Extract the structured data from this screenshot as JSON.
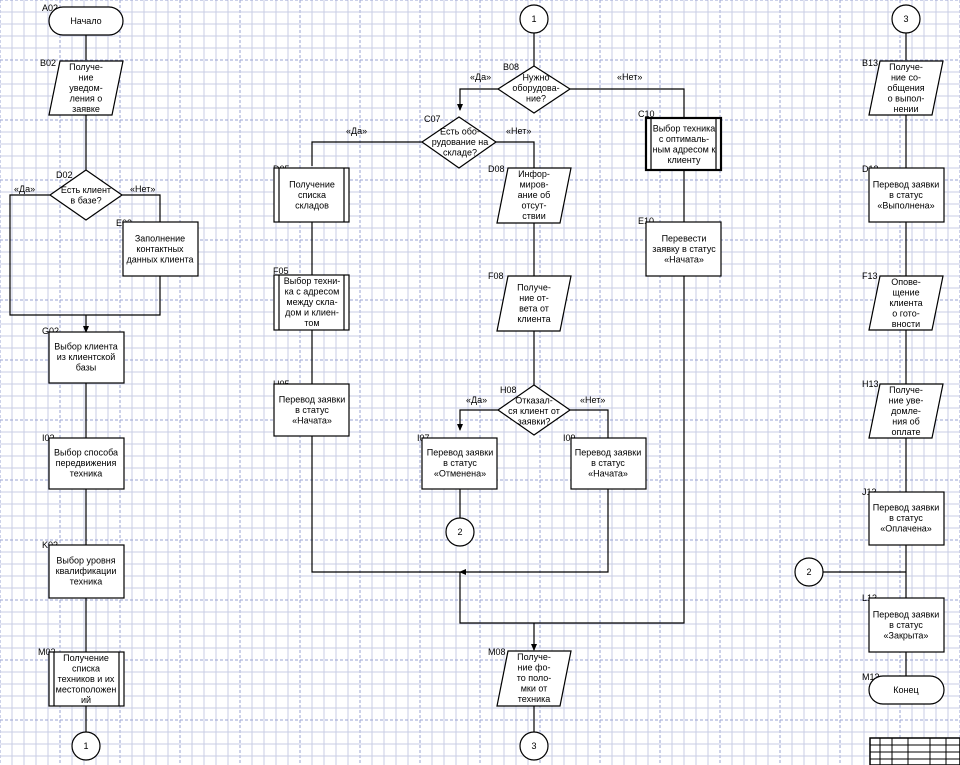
{
  "blocks": {
    "start": {
      "id": "A02",
      "text": [
        "Начало"
      ]
    },
    "b02": {
      "id": "B02",
      "text": [
        "Получе-",
        "ние",
        "уведом-",
        "ления о",
        "заявке"
      ]
    },
    "d02": {
      "id": "D02",
      "text": [
        "Есть клиент",
        "в базе?"
      ],
      "yes": "«Да»",
      "no": "«Нет»"
    },
    "e03": {
      "id": "E03",
      "text": [
        "Заполнение",
        "контактных",
        "данных клиента"
      ]
    },
    "g02": {
      "id": "G02",
      "text": [
        "Выбор клиента",
        "из клиентской",
        "базы"
      ]
    },
    "i02": {
      "id": "I02",
      "text": [
        "Выбор способа",
        "передвижения",
        "техника"
      ]
    },
    "k02": {
      "id": "K02",
      "text": [
        "Выбор уровня",
        "квалификации",
        "техника"
      ]
    },
    "m02": {
      "id": "M02",
      "text": [
        "Получение",
        "списка",
        "техников и их",
        "местоположен",
        "ий"
      ]
    },
    "c1_bottom": {
      "text": "1"
    },
    "c1_top": {
      "text": "1"
    },
    "b08": {
      "id": "B08",
      "text": [
        "Нужно",
        "оборудова-",
        "ние?"
      ],
      "yes": "«Да»",
      "no": "«Нет»"
    },
    "c07": {
      "id": "C07",
      "text": [
        "Есть обо-",
        "рудование на",
        "складе?"
      ],
      "yes": "«Да»",
      "no": "«Нет»"
    },
    "c10": {
      "id": "C10",
      "text": [
        "Выбор техника",
        "с оптималь-",
        "ным адресом к",
        "клиенту"
      ]
    },
    "d05": {
      "id": "D05",
      "text": [
        "Получение",
        "списка",
        "складов"
      ]
    },
    "d08": {
      "id": "D08",
      "text": [
        "Инфор-",
        "миров-",
        "ание об",
        "отсут-",
        "ствии"
      ]
    },
    "e10": {
      "id": "E10",
      "text": [
        "Перевести",
        "заявку в статус",
        "«Начата»"
      ]
    },
    "f05": {
      "id": "F05",
      "text": [
        "Выбор техни-",
        "ка с адресом",
        "между скла-",
        "дом и клиен-",
        "том"
      ]
    },
    "f08": {
      "id": "F08",
      "text": [
        "Получе-",
        "ние от-",
        "вета от",
        "клиента"
      ]
    },
    "h05": {
      "id": "H05",
      "text": [
        "Перевод заявки",
        "в статус",
        "«Начата»"
      ]
    },
    "h08": {
      "id": "H08",
      "text": [
        "Отказал-",
        "ся клиент от",
        "заявки?"
      ],
      "yes": "«Да»",
      "no": "«Нет»"
    },
    "i07": {
      "id": "I07",
      "text": [
        "Перевод заявки",
        "в статус",
        "«Отменена»"
      ]
    },
    "i09": {
      "id": "I09",
      "text": [
        "Перевод заявки",
        "в статус",
        "«Начата»"
      ]
    },
    "c2_mid": {
      "text": "2"
    },
    "c2_right": {
      "text": "2"
    },
    "m08": {
      "id": "M08",
      "text": [
        "Получе-",
        "ние фо-",
        "то поло-",
        "мки от",
        "техника"
      ]
    },
    "c3_bottom": {
      "text": "3"
    },
    "c3_top": {
      "text": "3"
    },
    "b13": {
      "id": "B13",
      "text": [
        "Получе-",
        "ние со-",
        "общения",
        "о выпол-",
        "нении"
      ]
    },
    "d13": {
      "id": "D13",
      "text": [
        "Перевод заявки",
        "в статус",
        "«Выполнена»"
      ]
    },
    "f13": {
      "id": "F13",
      "text": [
        "Опове-",
        "щение",
        "клиента",
        "о гото-",
        "вности"
      ]
    },
    "h13": {
      "id": "H13",
      "text": [
        "Получе-",
        "ние уве-",
        "домле-",
        "ния об",
        "оплате"
      ]
    },
    "j13": {
      "id": "J13",
      "text": [
        "Перевод заявки",
        "в статус",
        "«Оплачена»"
      ]
    },
    "l13": {
      "id": "L13",
      "text": [
        "Перевод заявки",
        "в статус",
        "«Закрыта»"
      ]
    },
    "end": {
      "id": "M13",
      "text": [
        "Конец"
      ]
    }
  }
}
